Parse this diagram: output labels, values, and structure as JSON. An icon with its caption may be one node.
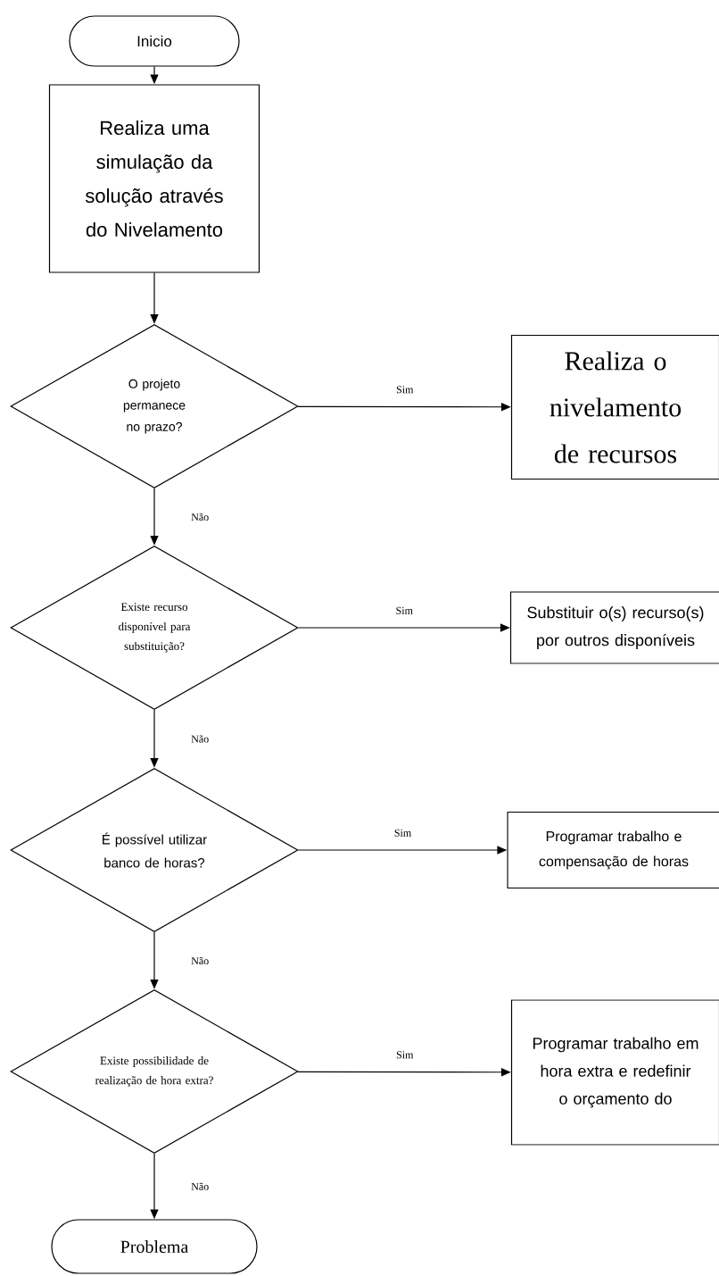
{
  "diagram": {
    "nodes": [
      {
        "text": [
          "Inicio"
        ]
      },
      {
        "text": [
          "Realiza uma simulação da solução através do Nivelamento"
        ]
      },
      {
        "text": [
          "O projeto permanece no prazo?"
        ]
      },
      {
        "text": [
          "Realiza o nivelamento de recursos"
        ]
      },
      {
        "text": [
          "Existe recurso disponível para substituição?"
        ]
      },
      {
        "text": [
          "Substituir o(s) recurso(s) por outros disponíveis"
        ]
      },
      {
        "text": [
          "É possível utilizar banco de horas?"
        ]
      },
      {
        "text": [
          "Programar trabalho e compensação de horas"
        ]
      },
      {
        "text": [
          "Existe possibilidade de realização de hora extra?"
        ]
      },
      {
        "text": [
          "Programar trabalho em hora extra e redefinir o orçamento do"
        ]
      },
      {
        "text": [
          "Problema"
        ]
      }
    ],
    "edges": [
      {
        "from": 0,
        "to": 1,
        "arrow": "to"
      },
      {
        "from": 1,
        "to": 2,
        "arrow": "to"
      },
      {
        "from": 2,
        "to": 3,
        "arrow": "to",
        "label": "Sim"
      },
      {
        "from": 2,
        "to": 4,
        "arrow": "to",
        "label": "Não"
      },
      {
        "from": 4,
        "to": 5,
        "arrow": "to",
        "label": "Sim"
      },
      {
        "from": 4,
        "to": 6,
        "arrow": "to",
        "label": "Não"
      },
      {
        "from": 6,
        "to": 7,
        "arrow": "to",
        "label": "Sim"
      },
      {
        "from": 6,
        "to": 8,
        "arrow": "to",
        "label": "Não"
      },
      {
        "from": 8,
        "to": 9,
        "arrow": "to",
        "label": "Sim"
      },
      {
        "from": 8,
        "to": 10,
        "arrow": "to",
        "label": "Não"
      }
    ]
  }
}
